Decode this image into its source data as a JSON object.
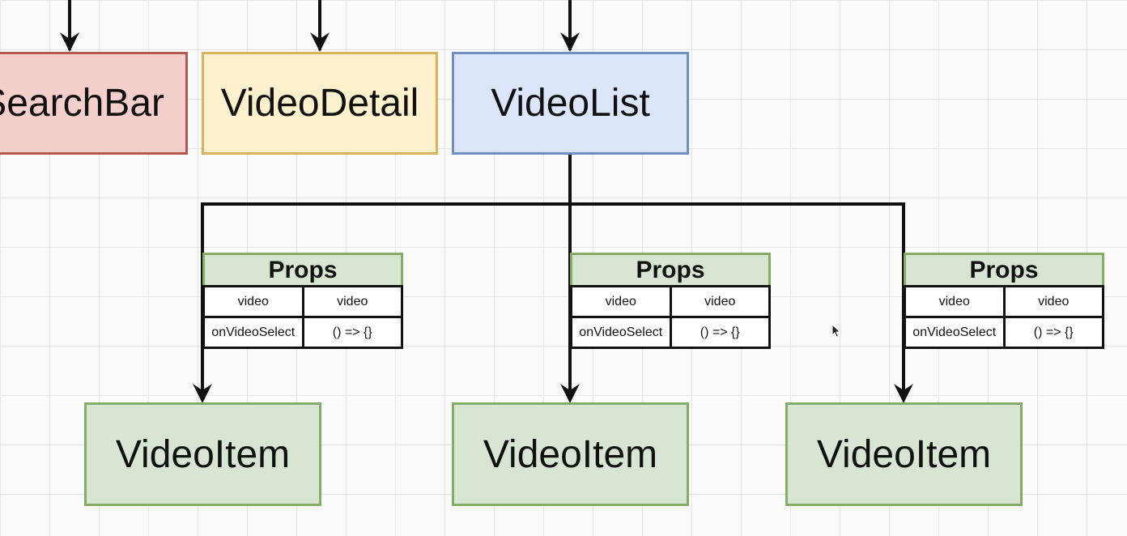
{
  "nodes": {
    "search_bar": "SearchBar",
    "video_detail": "VideoDetail",
    "video_list": "VideoList",
    "video_item": "VideoItem"
  },
  "props_table": {
    "title": "Props",
    "rows": [
      {
        "name": "video",
        "value": "video"
      },
      {
        "name": "onVideoSelect",
        "value": "() => {}"
      }
    ]
  },
  "colors": {
    "search_bar_fill": "#f4cfcb",
    "video_detail_fill": "#fdf0cc",
    "video_list_fill": "#dbe6fb",
    "video_item_fill": "#d7e6d3",
    "line": "#111111"
  }
}
